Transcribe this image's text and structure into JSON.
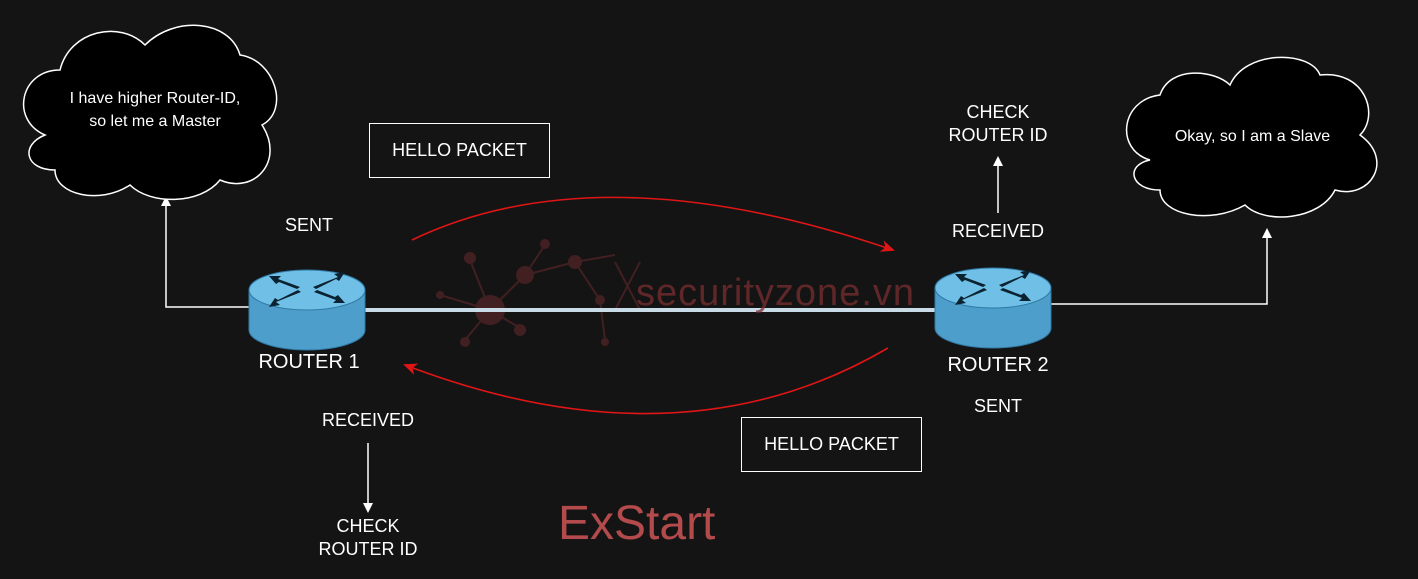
{
  "diagram": {
    "title": "ExStart",
    "watermark": "securityzone.vn",
    "router1": {
      "label": "ROUTER 1",
      "sent": "SENT",
      "received": "RECEIVED",
      "check": "CHECK\nROUTER ID",
      "thought": "I have higher Router-ID,\nso let me a Master"
    },
    "router2": {
      "label": "ROUTER 2",
      "sent": "SENT",
      "received": "RECEIVED",
      "check": "CHECK\nROUTER ID",
      "thought": "Okay, so I am a Slave"
    },
    "packet_top": "HELLO PACKET",
    "packet_bottom": "HELLO PACKET"
  },
  "colors": {
    "background": "#141414",
    "router_fill": "#5aa9d3",
    "router_top": "#6fbfe6",
    "link": "#c8dbe6",
    "exchange_arrow": "#e01515",
    "title": "#b34a4c",
    "watermark": "#7a2e31"
  }
}
